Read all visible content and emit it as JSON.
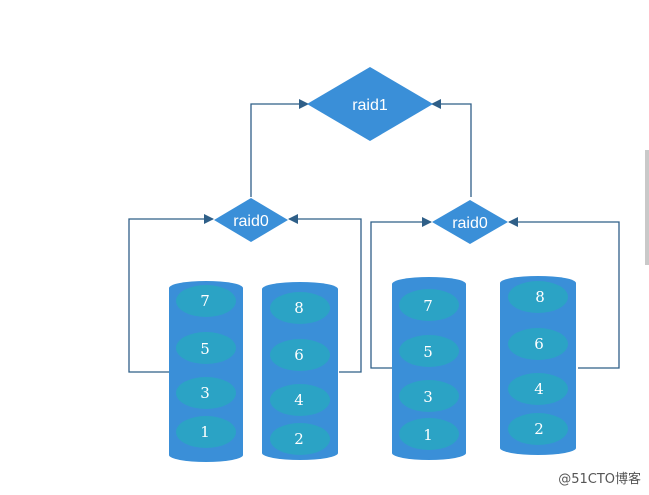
{
  "diagram": {
    "top_node": "raid1",
    "left_node": "raid0",
    "right_node": "raid0",
    "disks": [
      {
        "slots": [
          "7",
          "5",
          "3",
          "1"
        ]
      },
      {
        "slots": [
          "8",
          "6",
          "4",
          "2"
        ]
      },
      {
        "slots": [
          "7",
          "5",
          "3",
          "1"
        ]
      },
      {
        "slots": [
          "8",
          "6",
          "4",
          "2"
        ]
      }
    ]
  },
  "watermark": "@51CTO博客",
  "colors": {
    "node_fill": "#3a8fd8",
    "disk_fill": "#3a8fd8",
    "slot_fill": "#2ba3c5",
    "line": "#2f5f88"
  }
}
